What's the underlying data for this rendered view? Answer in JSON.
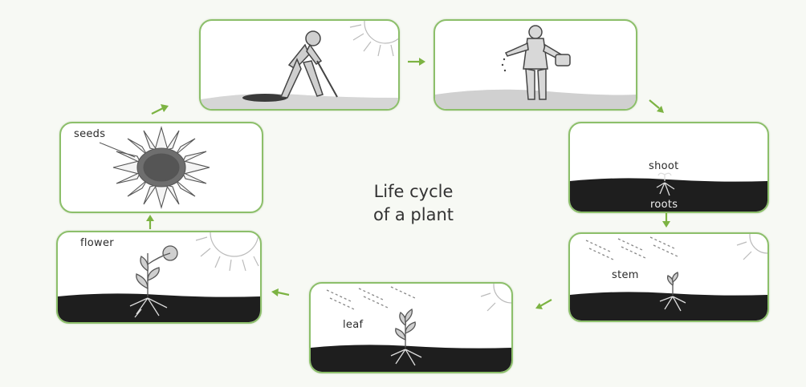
{
  "diagram": {
    "title_line1": "Life cycle",
    "title_line2": "of a plant",
    "labels": {
      "seeds": "seeds",
      "shoot": "shoot",
      "roots": "roots",
      "stem": "stem",
      "leaf": "leaf",
      "flower": "flower"
    },
    "colors": {
      "panel_border": "#8cbf6a",
      "arrow": "#7cb342",
      "soil": "#1e1e1e"
    }
  }
}
